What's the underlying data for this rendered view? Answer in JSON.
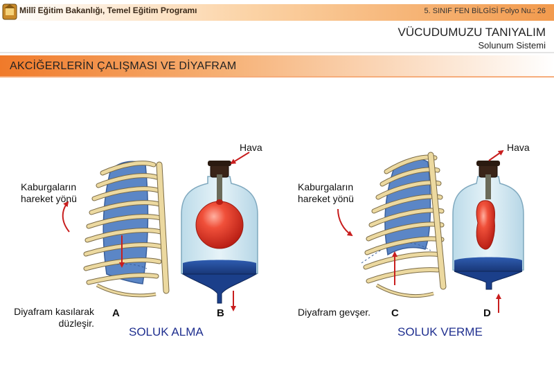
{
  "header": {
    "ministry": "Millî Eğitim Bakanlığı, Temel Eğitim Programı",
    "folio": "5. SINIF FEN BİLGİSİ Folyo Nu.: 26",
    "title": "VÜCUDUMUZU TANIYALIM",
    "subtitle": "Solunum Sistemi"
  },
  "section": {
    "title": "AKCİĞERLERİN ÇALIŞMASI VE DİYAFRAM"
  },
  "inhale": {
    "rib_label_line1": "Kaburgaların",
    "rib_label_line2": "hareket yönü",
    "diaphragm_line1": "Diyafram kasılarak",
    "diaphragm_line2": "düzleşir.",
    "letter_ribs": "A",
    "letter_jar": "B",
    "air_label": "Hava",
    "phase_label": "SOLUK ALMA"
  },
  "exhale": {
    "rib_label_line1": "Kaburgaların",
    "rib_label_line2": "hareket yönü",
    "diaphragm_label": "Diyafram gevşer.",
    "letter_ribs": "C",
    "letter_jar": "D",
    "air_label": "Hava",
    "phase_label": "SOLUK VERME"
  },
  "colors": {
    "header_orange": "#f4a259",
    "lung_blue": "#5b86c6",
    "rib_tan": "#ecd9a0",
    "rib_outline": "#7a6a45",
    "balloon_red": "#e23a2a",
    "diaphragm_navy": "#1b3f8a",
    "arrow_red": "#c81e1e",
    "phase_blue": "#1f2f8f"
  }
}
